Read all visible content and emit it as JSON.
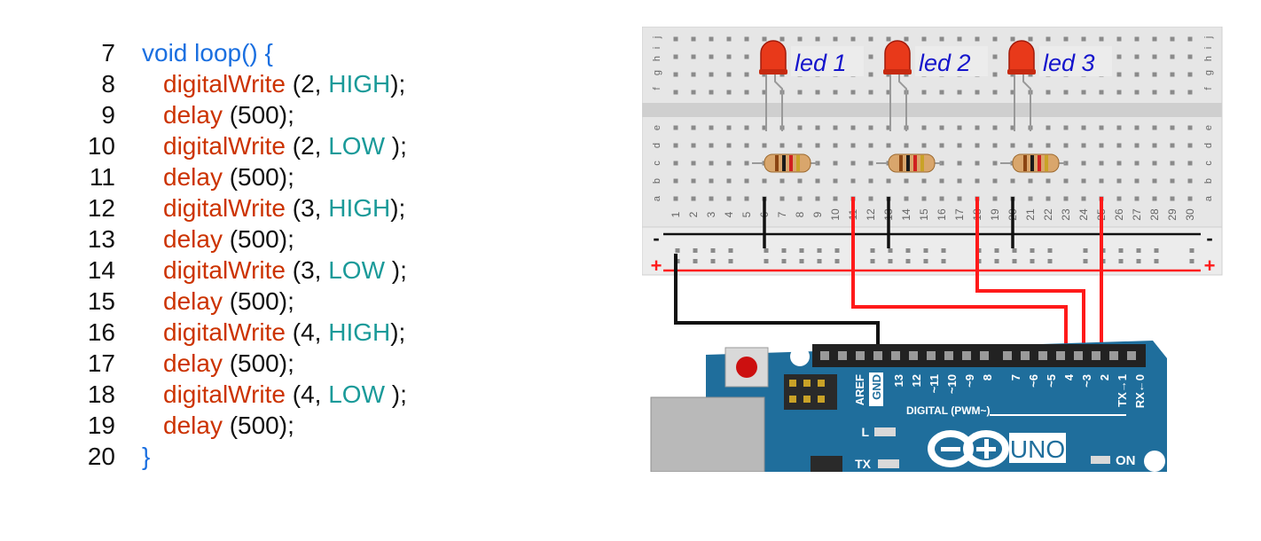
{
  "code": {
    "lines": [
      {
        "n": "7",
        "tokens": [
          {
            "t": "void loop() {",
            "c": "kw"
          }
        ],
        "indent": 0
      },
      {
        "n": "8",
        "tokens": [
          {
            "t": "digitalWrite",
            "c": "fn"
          },
          {
            "t": " (2, ",
            "c": "pl"
          },
          {
            "t": "HIGH",
            "c": "cst"
          },
          {
            "t": ");",
            "c": "pl"
          }
        ],
        "indent": 1
      },
      {
        "n": "9",
        "tokens": [
          {
            "t": "delay",
            "c": "fn"
          },
          {
            "t": " (500);",
            "c": "pl"
          }
        ],
        "indent": 1
      },
      {
        "n": "10",
        "tokens": [
          {
            "t": "digitalWrite",
            "c": "fn"
          },
          {
            "t": " (2, ",
            "c": "pl"
          },
          {
            "t": "LOW",
            "c": "cst"
          },
          {
            "t": " );",
            "c": "pl"
          }
        ],
        "indent": 1
      },
      {
        "n": "11",
        "tokens": [
          {
            "t": "delay",
            "c": "fn"
          },
          {
            "t": " (500);",
            "c": "pl"
          }
        ],
        "indent": 1
      },
      {
        "n": "12",
        "tokens": [
          {
            "t": "digitalWrite",
            "c": "fn"
          },
          {
            "t": " (3, ",
            "c": "pl"
          },
          {
            "t": "HIGH",
            "c": "cst"
          },
          {
            "t": ");",
            "c": "pl"
          }
        ],
        "indent": 1
      },
      {
        "n": "13",
        "tokens": [
          {
            "t": "delay",
            "c": "fn"
          },
          {
            "t": " (500);",
            "c": "pl"
          }
        ],
        "indent": 1
      },
      {
        "n": "14",
        "tokens": [
          {
            "t": "digitalWrite",
            "c": "fn"
          },
          {
            "t": " (3, ",
            "c": "pl"
          },
          {
            "t": "LOW",
            "c": "cst"
          },
          {
            "t": " );",
            "c": "pl"
          }
        ],
        "indent": 1
      },
      {
        "n": "15",
        "tokens": [
          {
            "t": "delay",
            "c": "fn"
          },
          {
            "t": " (500);",
            "c": "pl"
          }
        ],
        "indent": 1
      },
      {
        "n": "16",
        "tokens": [
          {
            "t": "digitalWrite",
            "c": "fn"
          },
          {
            "t": " (4, ",
            "c": "pl"
          },
          {
            "t": "HIGH",
            "c": "cst"
          },
          {
            "t": ");",
            "c": "pl"
          }
        ],
        "indent": 1
      },
      {
        "n": "17",
        "tokens": [
          {
            "t": "delay",
            "c": "fn"
          },
          {
            "t": " (500);",
            "c": "pl"
          }
        ],
        "indent": 1
      },
      {
        "n": "18",
        "tokens": [
          {
            "t": "digitalWrite",
            "c": "fn"
          },
          {
            "t": " (4, ",
            "c": "pl"
          },
          {
            "t": "LOW",
            "c": "cst"
          },
          {
            "t": " );",
            "c": "pl"
          }
        ],
        "indent": 1
      },
      {
        "n": "19",
        "tokens": [
          {
            "t": "delay",
            "c": "fn"
          },
          {
            "t": " (500);",
            "c": "pl"
          }
        ],
        "indent": 1
      },
      {
        "n": "20",
        "tokens": [
          {
            "t": "}",
            "c": "kw"
          }
        ],
        "indent": 0
      }
    ]
  },
  "breadboard": {
    "row_letters_top": [
      "j",
      "i",
      "h",
      "g",
      "f"
    ],
    "row_letters_bottom": [
      "e",
      "d",
      "c",
      "b",
      "a"
    ],
    "column_numbers": [
      "1",
      "2",
      "3",
      "4",
      "5",
      "6",
      "7",
      "8",
      "9",
      "10",
      "11",
      "12",
      "13",
      "14",
      "15",
      "16",
      "17",
      "18",
      "19",
      "20",
      "21",
      "22",
      "23",
      "24",
      "25",
      "26",
      "27",
      "28",
      "29",
      "30"
    ],
    "rail_minus": "-",
    "rail_plus": "+",
    "leds": [
      {
        "label": "led 1"
      },
      {
        "label": "led 2"
      },
      {
        "label": "led 3"
      }
    ]
  },
  "arduino": {
    "header_pins": [
      "AREF",
      "GND",
      "13",
      "12",
      "~11",
      "~10",
      "~9",
      "8",
      "7",
      "~6",
      "~5",
      "4",
      "~3",
      "2",
      "TX→1",
      "RX←0"
    ],
    "digital_label": "DIGITAL (PWM~)",
    "l_label": "L",
    "tx_label": "TX",
    "uno_label": "UNO",
    "on_label": "ON"
  },
  "colors": {
    "keyword": "#1a6fe0",
    "function": "#cc3300",
    "constant": "#1a9a99",
    "wire_red": "#ff1a1a",
    "wire_black": "#111111",
    "board_blue": "#1f6e9c",
    "led_red": "#e8391a",
    "led_label": "#1414cc"
  }
}
